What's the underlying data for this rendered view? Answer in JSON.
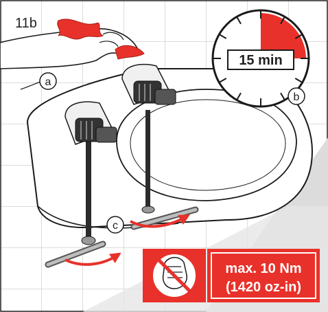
{
  "step_label": "11b",
  "callouts": {
    "a": "a",
    "b": "b",
    "c": "c"
  },
  "timer": {
    "label": "15 min",
    "elapsed_fraction": 0.25
  },
  "torque_warning": {
    "line1": "max. 10 Nm",
    "line2": "(1420 oz-in)"
  },
  "colors": {
    "accent_red": "#e8312a",
    "line_dark": "#1a1a1a",
    "wall_grey": "#dcdcdc",
    "background": "#ffffff"
  },
  "icons": [
    "cloth-icon",
    "hand-icon",
    "timer-icon",
    "no-overtighten-icon",
    "curved-arrow-icon"
  ]
}
